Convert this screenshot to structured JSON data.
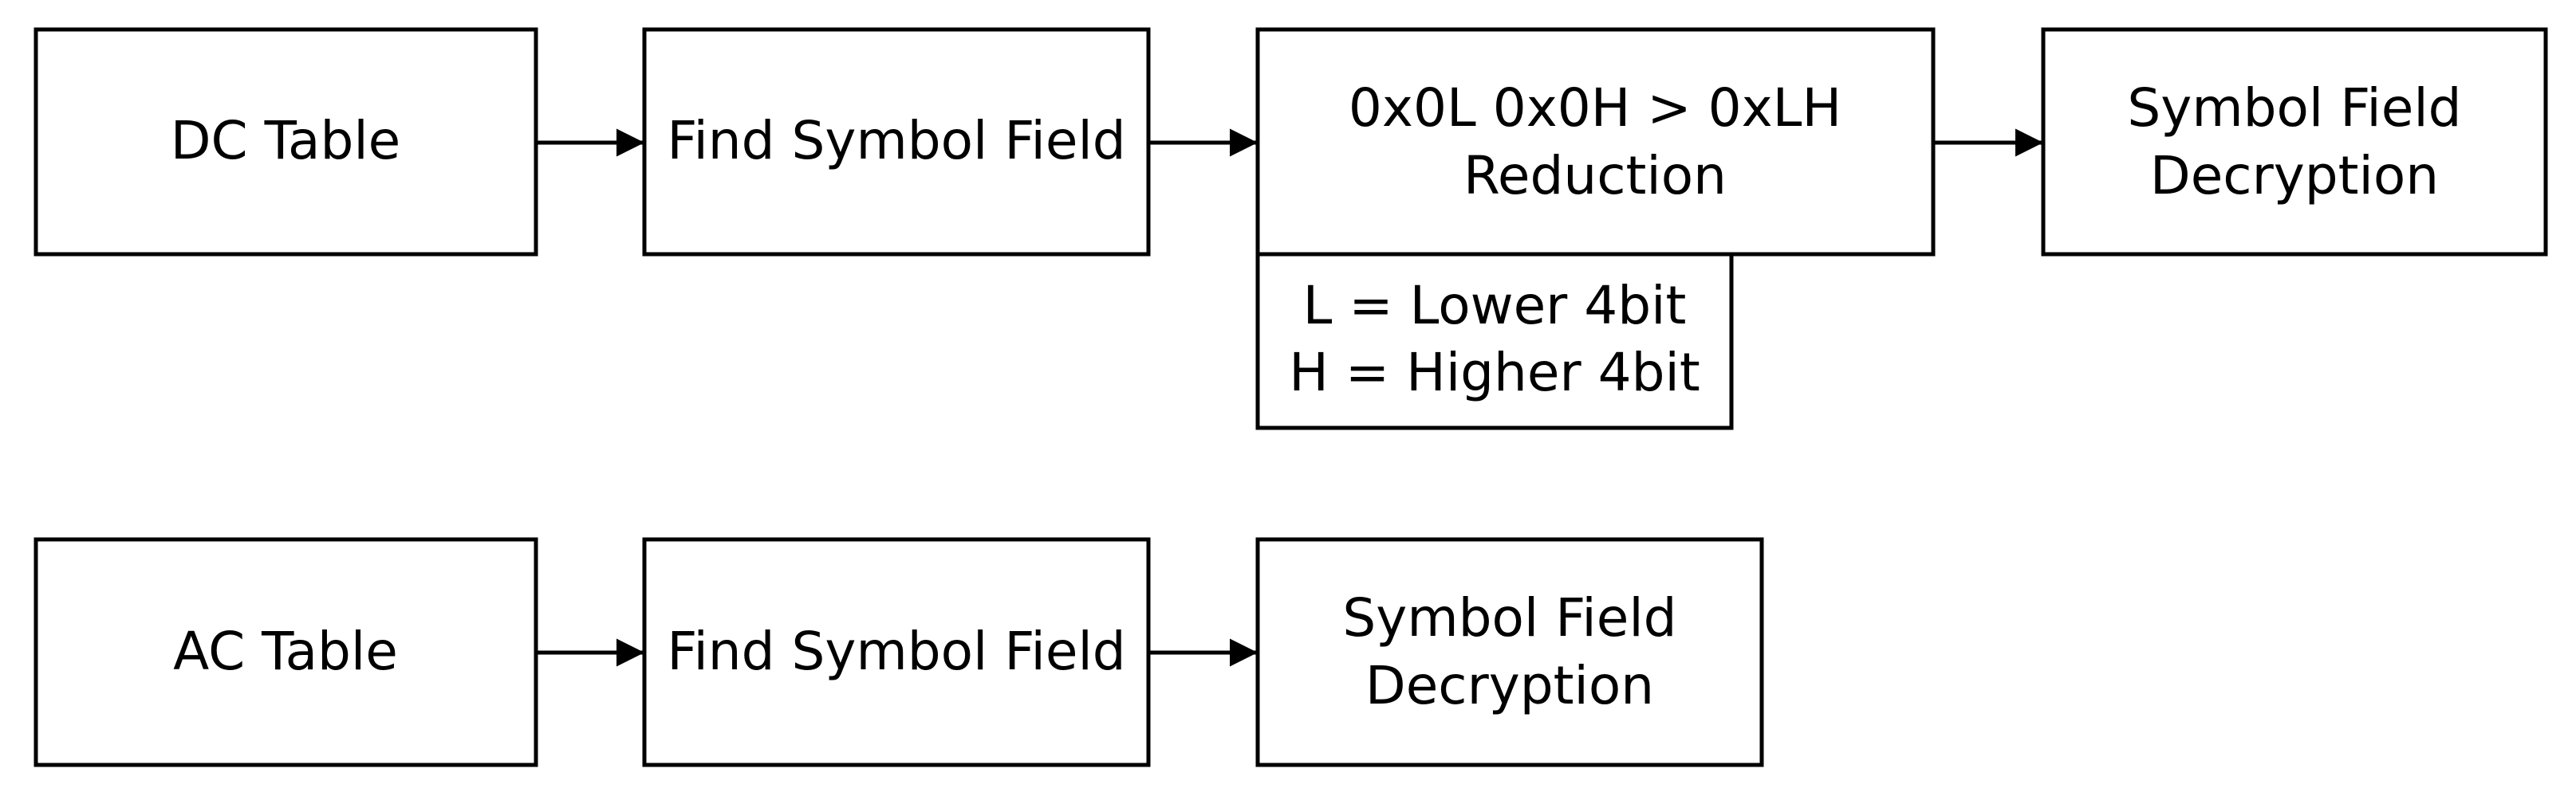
{
  "dc_pipeline": {
    "table": "DC Table",
    "find_symbol": "Find Symbol Field",
    "reduction_line1": "0x0L 0x0H > 0xLH",
    "reduction_line2": "Reduction",
    "legend_line1": "L = Lower 4bit",
    "legend_line2": "H = Higher 4bit",
    "decryption_line1": "Symbol Field",
    "decryption_line2": "Decryption"
  },
  "ac_pipeline": {
    "table": "AC Table",
    "find_symbol": "Find Symbol Field",
    "decryption_line1": "Symbol Field",
    "decryption_line2": "Decryption"
  },
  "colors": {
    "stroke": "#000000",
    "background": "#ffffff"
  }
}
